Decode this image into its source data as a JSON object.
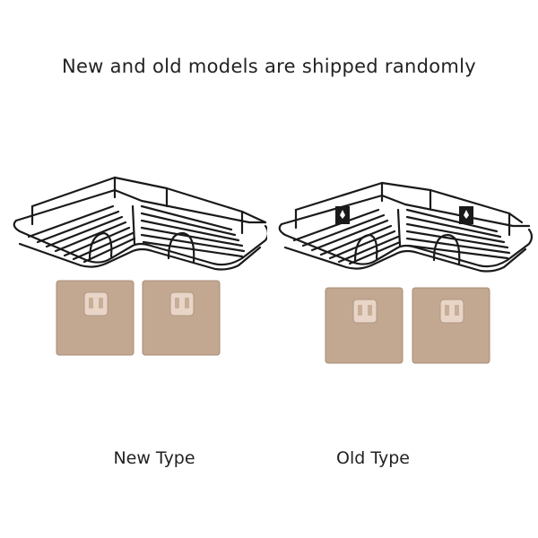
{
  "headline": "New and old models are shipped randomly",
  "products": [
    {
      "caption": "New Type",
      "has_mounting_tabs": false
    },
    {
      "caption": "Old Type",
      "has_mounting_tabs": true
    }
  ],
  "colors": {
    "wire": "#1a1a1a",
    "adhesive_pad": "#c2a891",
    "adhesive_pad_edge": "#a88d76",
    "hook": "#e8d5c7",
    "text": "#222222"
  }
}
